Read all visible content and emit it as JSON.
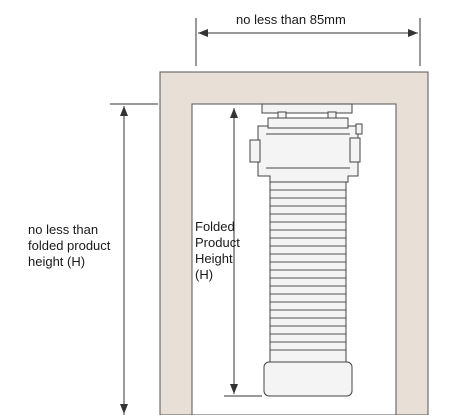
{
  "labels": {
    "top_width": "no less than 85mm",
    "left_height": [
      "no less than",
      "folded product",
      "height (H)"
    ],
    "inner_height": [
      "Folded",
      "Product",
      "Height",
      "(H)"
    ]
  },
  "colors": {
    "frame_fill": "#e8e0d6",
    "frame_stroke": "#444444",
    "line": "#333333",
    "product_fill": "#f4f4f4"
  }
}
